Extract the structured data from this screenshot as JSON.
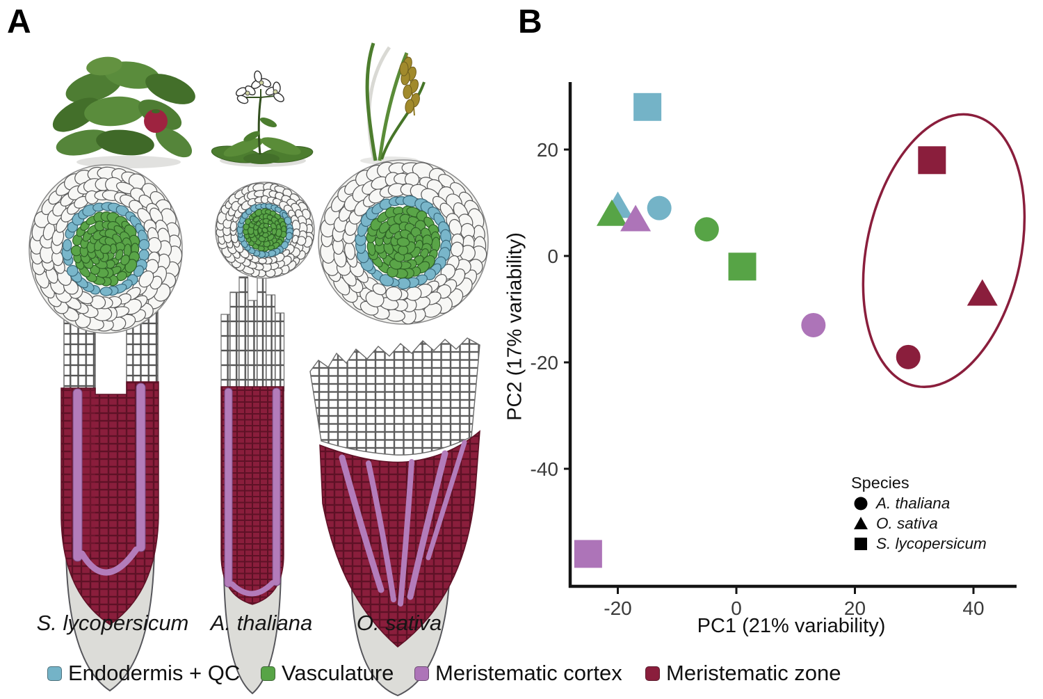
{
  "panel_a": {
    "panel_label": "A",
    "species": [
      {
        "name": "S. lycopersicum",
        "plant": "tomato-plant"
      },
      {
        "name": "A. thaliana",
        "plant": "arabidopsis-plant"
      },
      {
        "name": "O. sativa",
        "plant": "rice-plant"
      }
    ]
  },
  "panel_b": {
    "panel_label": "B"
  },
  "chart_data": {
    "type": "scatter",
    "xlabel": "PC1 (21% variability)",
    "ylabel": "PC2 (17% variability)",
    "xticks": [
      -20,
      0,
      20,
      40
    ],
    "yticks": [
      20,
      0,
      -20,
      -40
    ],
    "xlim": [
      -28,
      47
    ],
    "ylim": [
      -62,
      33
    ],
    "grid": false,
    "series": [
      {
        "name": "Endodermis + QC",
        "color": "#74b3c7",
        "points": [
          {
            "species": "S. lycopersicum",
            "marker": "square",
            "x": -15,
            "y": 28
          },
          {
            "species": "O. sativa",
            "marker": "triangle",
            "x": -20,
            "y": 9.5
          },
          {
            "species": "A. thaliana",
            "marker": "circle",
            "x": -13,
            "y": 9
          }
        ]
      },
      {
        "name": "Vasculature",
        "color": "#57a446",
        "points": [
          {
            "species": "O. sativa",
            "marker": "triangle",
            "x": -21,
            "y": 8
          },
          {
            "species": "A. thaliana",
            "marker": "circle",
            "x": -5,
            "y": 5
          },
          {
            "species": "S. lycopersicum",
            "marker": "square",
            "x": 1,
            "y": -2
          }
        ]
      },
      {
        "name": "Meristematic cortex",
        "color": "#ad74b8",
        "points": [
          {
            "species": "O. sativa",
            "marker": "triangle",
            "x": -17,
            "y": 7
          },
          {
            "species": "A. thaliana",
            "marker": "circle",
            "x": 13,
            "y": -13
          },
          {
            "species": "S. lycopersicum",
            "marker": "square",
            "x": -25,
            "y": -56
          }
        ]
      },
      {
        "name": "Meristematic zone",
        "color": "#8a1e3c",
        "points": [
          {
            "species": "S. lycopersicum",
            "marker": "square",
            "x": 33,
            "y": 18
          },
          {
            "species": "O. sativa",
            "marker": "triangle",
            "x": 41.5,
            "y": -7
          },
          {
            "species": "A. thaliana",
            "marker": "circle",
            "x": 29,
            "y": -19
          }
        ]
      }
    ],
    "ellipse": {
      "cx": 35,
      "cy": 1,
      "rx": 13,
      "ry": 26,
      "rotation_deg": 12,
      "color": "#8a1e3c"
    },
    "marker_legend": {
      "title": "Species",
      "items": [
        {
          "marker": "circle",
          "label": "A. thaliana"
        },
        {
          "marker": "triangle",
          "label": "O. sativa"
        },
        {
          "marker": "square",
          "label": "S. lycopersicum"
        }
      ]
    }
  },
  "colors": {
    "endodermis_blue": "#74b3c7",
    "vasculature_green": "#57a446",
    "cortex_purple": "#ad74b8",
    "meristem_maroon": "#8a1e3c"
  }
}
